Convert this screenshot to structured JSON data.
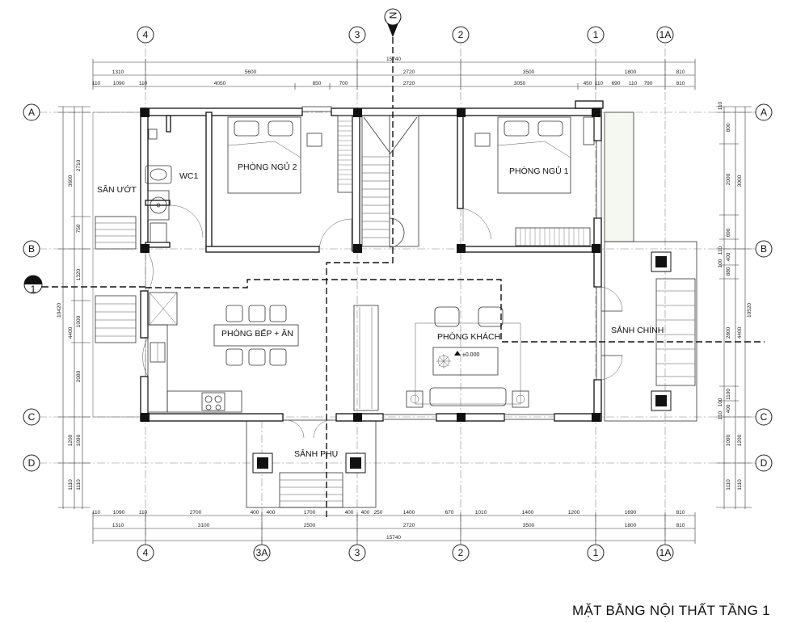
{
  "title": "MẶT BẰNG  NỘI THẤT TẦNG 1",
  "north_marker": "N",
  "section_marker": "1",
  "level_mark": "±0.000",
  "grid_columns": [
    "4",
    "3A",
    "3",
    "2",
    "1",
    "1A"
  ],
  "grid_rows": [
    "A",
    "B",
    "C",
    "D"
  ],
  "rooms": {
    "bedroom2": "PHÒNG NGỦ 2",
    "bedroom1": "PHÒNG NGỦ 1",
    "wc": "WC1",
    "wet_yard": "SÂN ƯỚT",
    "kitchen_dining": "PHÒNG BẾP + ĂN",
    "living": "PHÒNG KHÁCH",
    "main_hall": "SẢNH CHÍNH",
    "side_hall": "SẢNH PHỤ"
  },
  "dims_top": {
    "overall": "15740",
    "row1": [
      "1310",
      "5600",
      "2720",
      "3500",
      "1800",
      "810"
    ],
    "row2": [
      "110",
      "1090",
      "110",
      "4050",
      "850",
      "700",
      "2720",
      "3050",
      "450",
      "110",
      "690",
      "110",
      "790",
      "810"
    ]
  },
  "dims_bottom": {
    "overall": "15740",
    "row1": [
      "1310",
      "3100",
      "2500",
      "2720",
      "3500",
      "1800",
      "810"
    ],
    "row2": [
      "110",
      "1090",
      "110",
      "2700",
      "400",
      "400",
      "1700",
      "400",
      "400",
      "250",
      "1400",
      "670",
      "1010",
      "1400",
      "1200",
      "1690",
      "810"
    ]
  },
  "dims_left": {
    "overall": "10420",
    "col1": [
      "3600",
      "4400",
      "1200",
      "1110"
    ],
    "col2": [
      "2710",
      "750",
      "1320",
      "1000",
      "2080",
      "1090",
      "1110"
    ]
  },
  "dims_right": {
    "overall": "10520",
    "col1": [
      "3000",
      "4400",
      "1200",
      "1110"
    ],
    "col2": [
      "800",
      "2000",
      "690",
      "400",
      "880",
      "2800",
      "1100",
      "400",
      "1090",
      "1110"
    ],
    "col3": [
      "110",
      "110",
      "100",
      "100",
      "110"
    ]
  }
}
